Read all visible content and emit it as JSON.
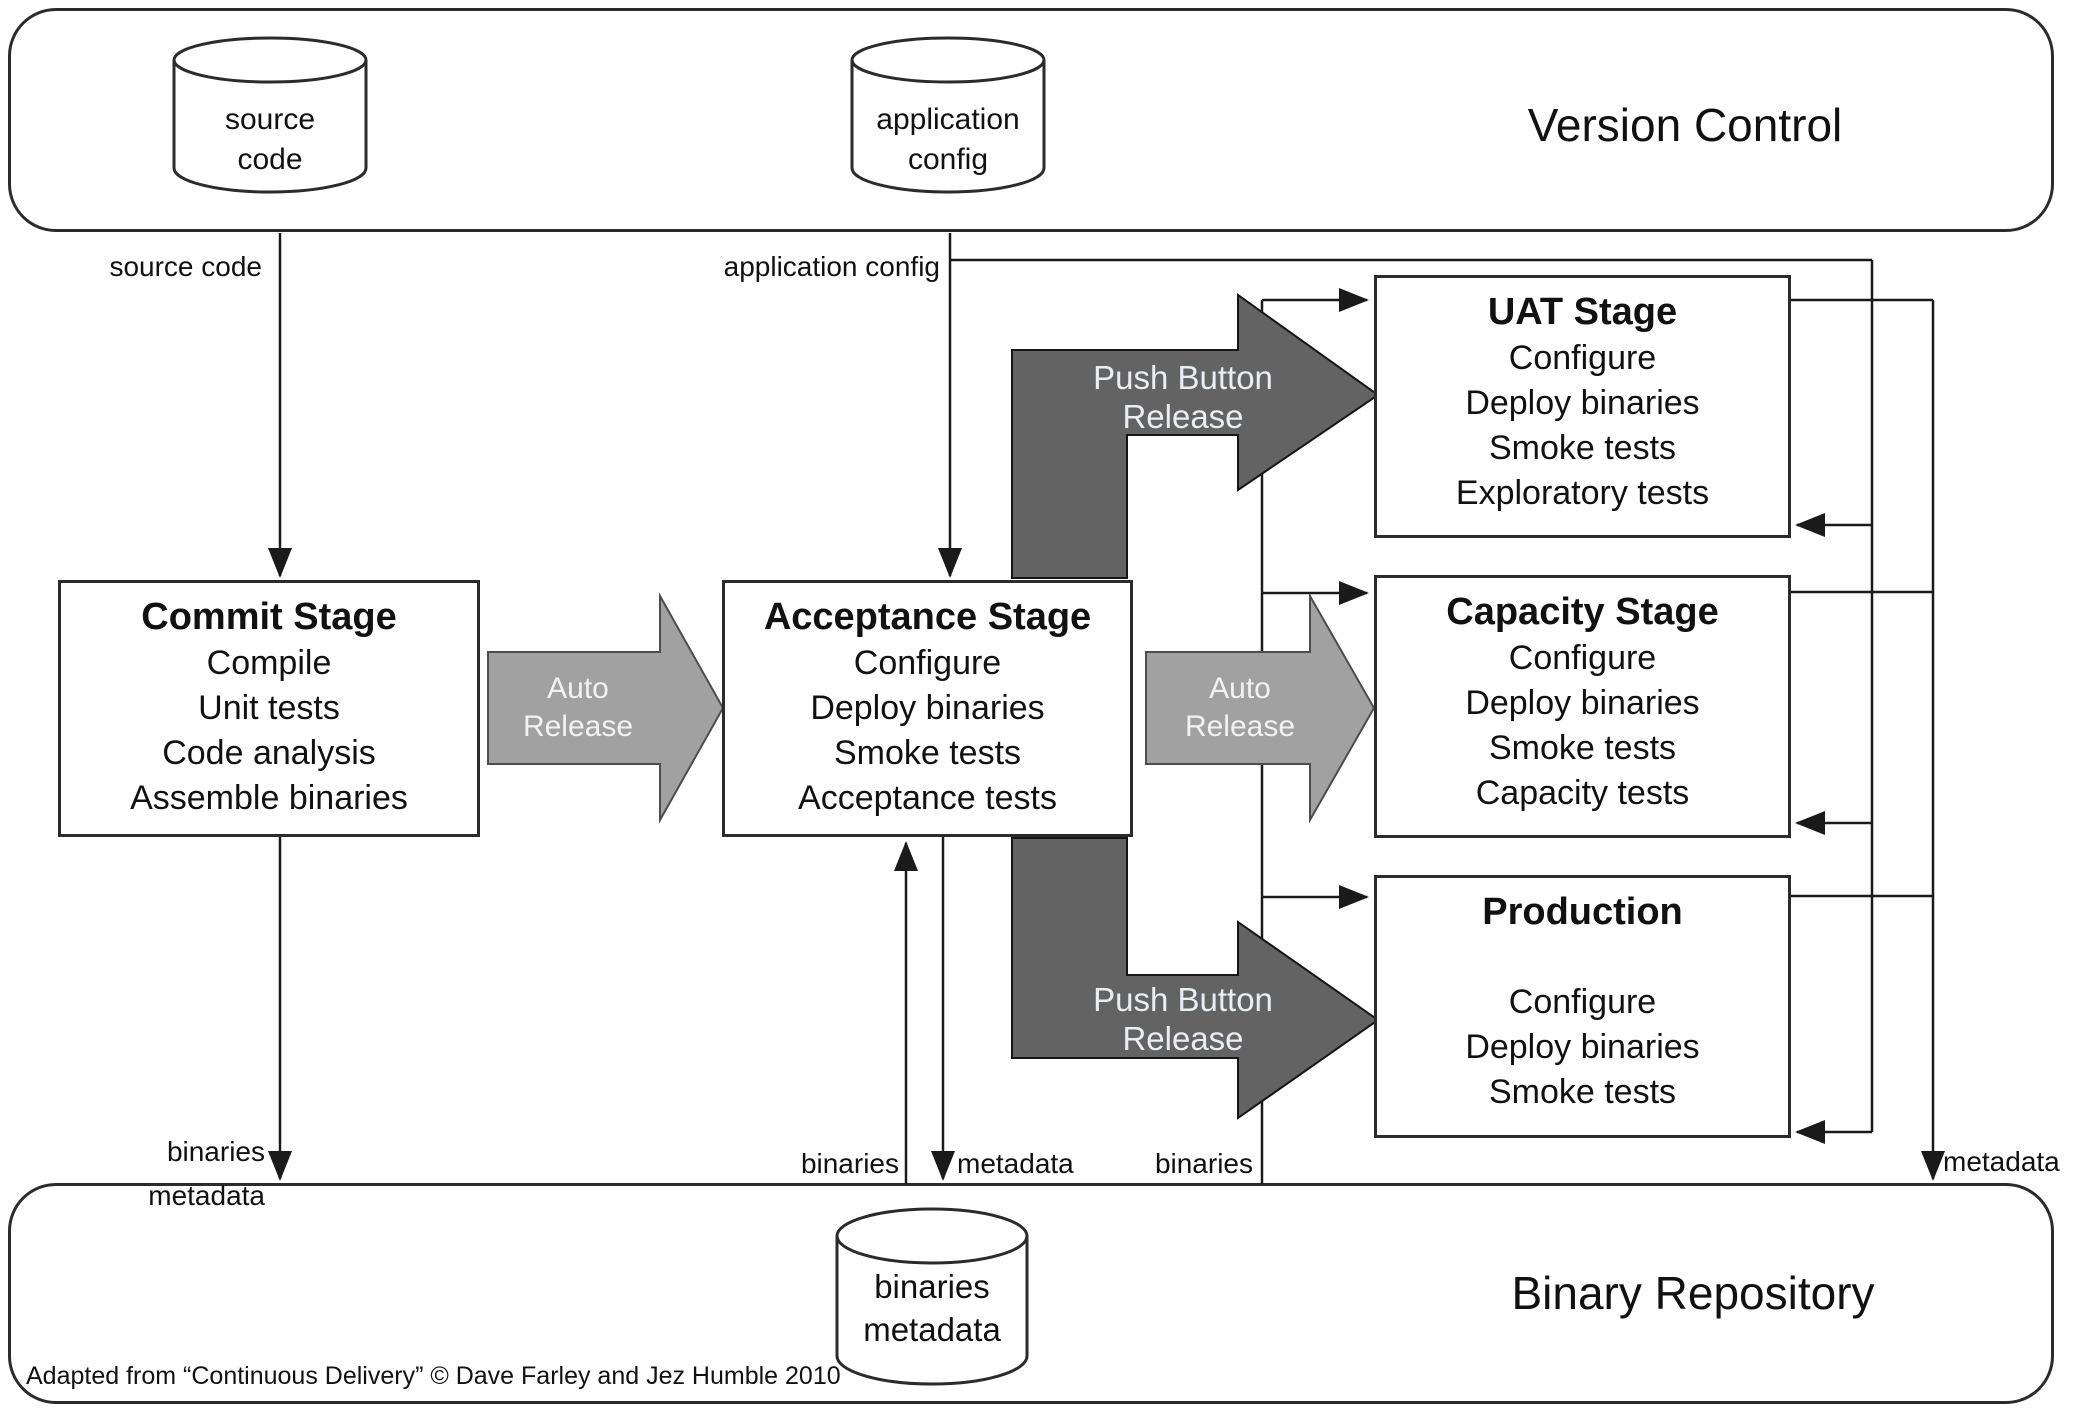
{
  "diagram": {
    "attribution": "Adapted from “Continuous Delivery” © Dave Farley and Jez Humble 2010"
  },
  "version_control": {
    "label": "Version Control",
    "source_code_cylinder": {
      "line1": "source",
      "line2": "code"
    },
    "app_config_cylinder": {
      "line1": "application",
      "line2": "config"
    }
  },
  "binary_repository": {
    "label": "Binary Repository",
    "cylinder": {
      "line1": "binaries",
      "line2": "metadata"
    }
  },
  "stages": {
    "commit": {
      "title": "Commit Stage",
      "items": [
        "Compile",
        "Unit tests",
        "Code analysis",
        "Assemble binaries"
      ]
    },
    "acceptance": {
      "title": "Acceptance Stage",
      "items": [
        "Configure",
        "Deploy binaries",
        "Smoke tests",
        "Acceptance tests"
      ]
    },
    "uat": {
      "title": "UAT Stage",
      "items": [
        "Configure",
        "Deploy binaries",
        "Smoke tests",
        "Exploratory tests"
      ]
    },
    "capacity": {
      "title": "Capacity Stage",
      "items": [
        "Configure",
        "Deploy binaries",
        "Smoke tests",
        "Capacity tests"
      ]
    },
    "production": {
      "title": "Production",
      "items": [
        "Configure",
        "Deploy binaries",
        "Smoke tests"
      ]
    }
  },
  "release_arrows": {
    "auto_release_commit": {
      "line1": "Auto",
      "line2": "Release"
    },
    "auto_release_capacity": {
      "line1": "Auto",
      "line2": "Release"
    },
    "push_button_uat": {
      "line1": "Push Button",
      "line2": "Release"
    },
    "push_button_production": {
      "line1": "Push Button",
      "line2": "Release"
    }
  },
  "edge_labels": {
    "source_code": "source code",
    "application_config": "application config",
    "commit_to_repo_line1": "binaries",
    "commit_to_repo_line2": "metadata",
    "repo_to_acceptance": "binaries",
    "acceptance_to_repo": "metadata",
    "repo_to_stages": "binaries",
    "stages_to_repo": "metadata"
  },
  "colors": {
    "background": "#ffffff",
    "line": "#1a1a1a",
    "box_border": "#2b2b2b",
    "auto_release_fill": "#a1a1a1",
    "push_button_fill": "#636363",
    "arrow_text": "#f2f4f7"
  }
}
